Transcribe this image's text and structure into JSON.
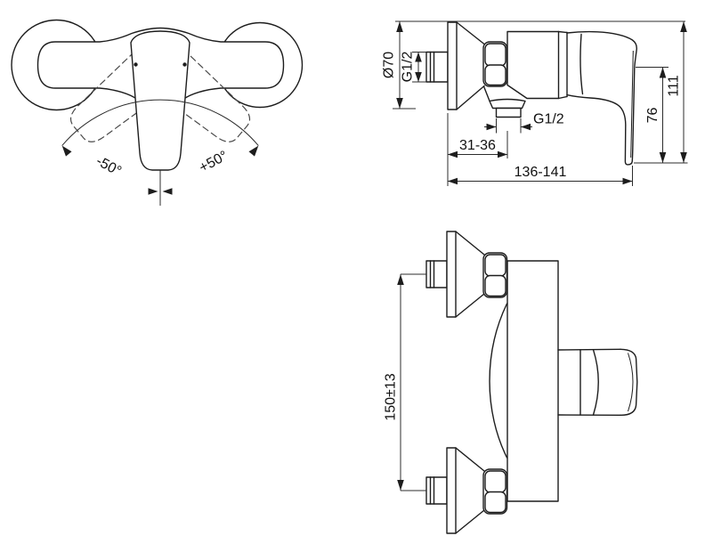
{
  "drawing": {
    "background": "#ffffff",
    "line_color": "#1d1d1d",
    "views": {
      "front": {
        "labels": {
          "swing_left": "-50°",
          "swing_right": "+50°"
        }
      },
      "side": {
        "labels": {
          "escutcheon_diameter": "Ø70",
          "inlet_thread": "G1/2",
          "outlet_thread": "G1/2",
          "wall_to_outlet": "31-36",
          "wall_to_lever_tip": "136-141",
          "axis_to_lever_bottom": "76",
          "overall_height": "111"
        }
      },
      "plan": {
        "labels": {
          "inlet_centres": "150±13"
        }
      }
    }
  }
}
